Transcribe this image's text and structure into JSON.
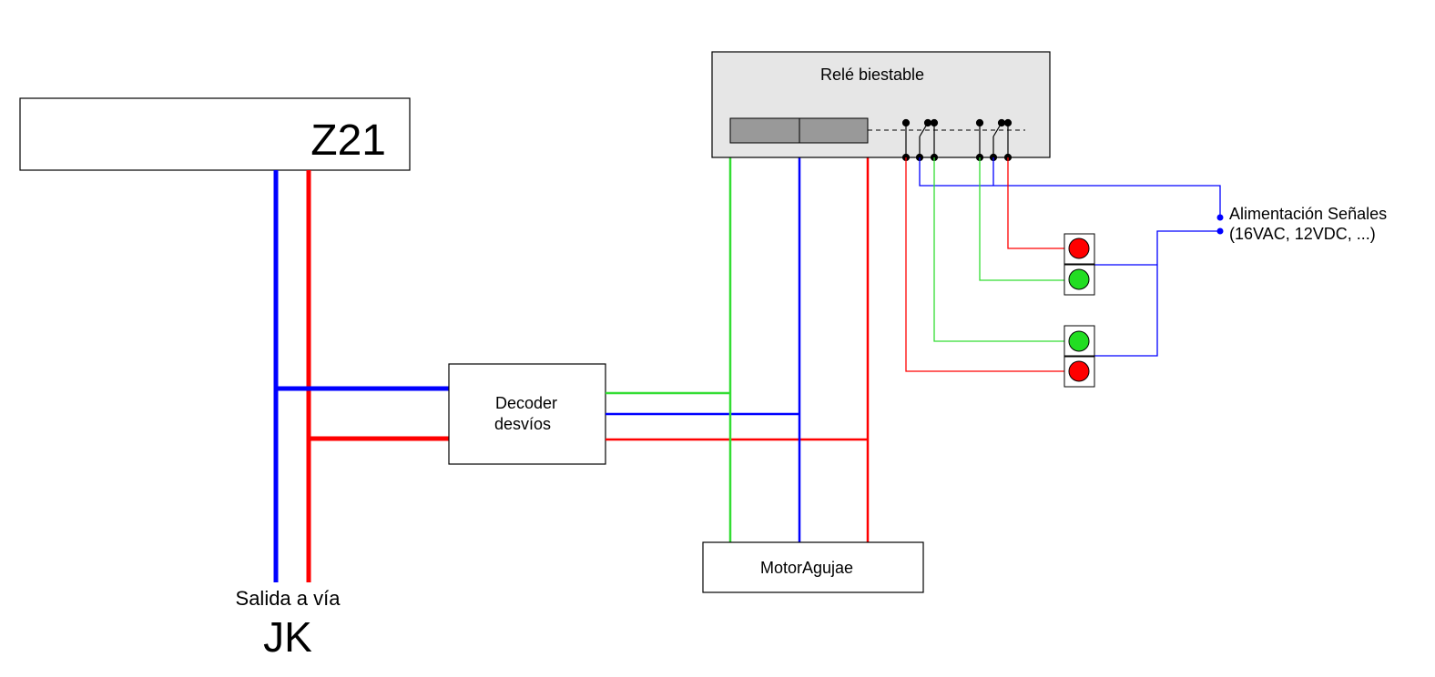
{
  "labels": {
    "z21": "Z21",
    "relay": "Relé biestable",
    "decoder_line1": "Decoder",
    "decoder_line2": "desvíos",
    "motor": "MotorAgujae",
    "track_output": "Salida a vía",
    "track_output_sub": "JK",
    "power_line1": "Alimentación Señales",
    "power_line2": "(16VAC, 12VDC, ...)"
  },
  "colors": {
    "wire_blue": "#0000ff",
    "wire_red": "#ff0000",
    "wire_green": "#33dd33",
    "relay_fill": "#e6e6e6",
    "coil_fill": "#999999",
    "lamp_red": "#ff0000",
    "lamp_green": "#22dd22",
    "stroke": "#000000"
  }
}
